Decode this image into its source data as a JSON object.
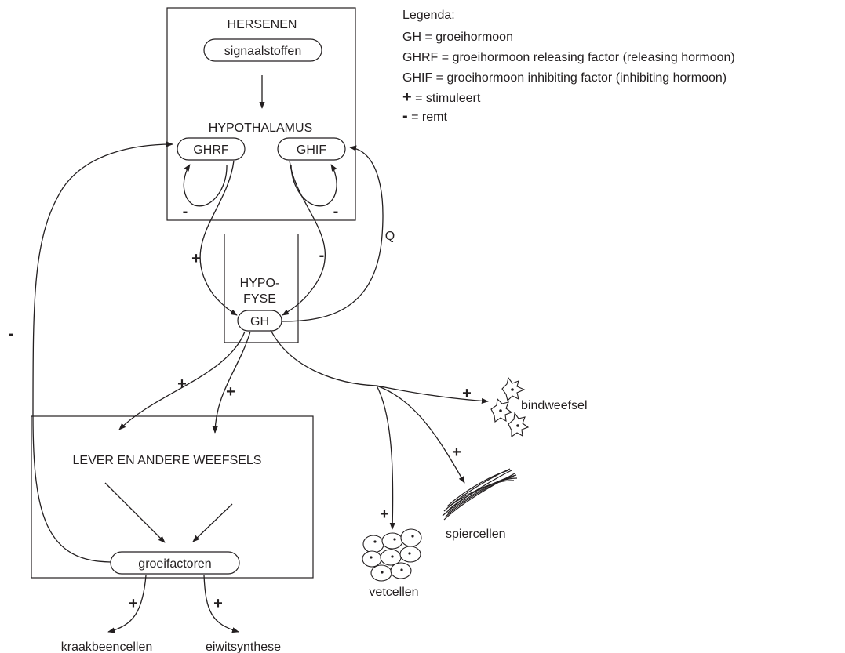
{
  "legend": {
    "title": "Legenda:",
    "gh": "GH = groeihormoon",
    "ghrf": "GHRF = groeihormoon releasing factor (releasing hormoon)",
    "ghif": "GHIF = groeihormoon inhibiting factor (inhibiting hormoon)",
    "plus_symbol": "+",
    "plus_text": " = stimuleert",
    "minus_symbol": "-",
    "minus_text": " = remt"
  },
  "brain": {
    "title": "HERSENEN",
    "signal": "signaalstoffen",
    "hypothalamus": "HYPOTHALAMUS",
    "ghrf": "GHRF",
    "ghif": "GHIF"
  },
  "pituitary": {
    "line1": "HYPO-",
    "line2": "FYSE",
    "gh": "GH"
  },
  "liver": {
    "title": "LEVER EN ANDERE WEEFSELS",
    "growth_factors": "groeifactoren"
  },
  "targets": {
    "connective": "bindweefsel",
    "muscle": "spiercellen",
    "fat": "vetcellen",
    "cartilage": "kraakbeencellen",
    "protein": "eiwitsynthese"
  },
  "labels": {
    "q": "Q",
    "plus": "+",
    "minus": "-"
  },
  "colors": {
    "ink": "#231f20",
    "background": "#ffffff"
  }
}
